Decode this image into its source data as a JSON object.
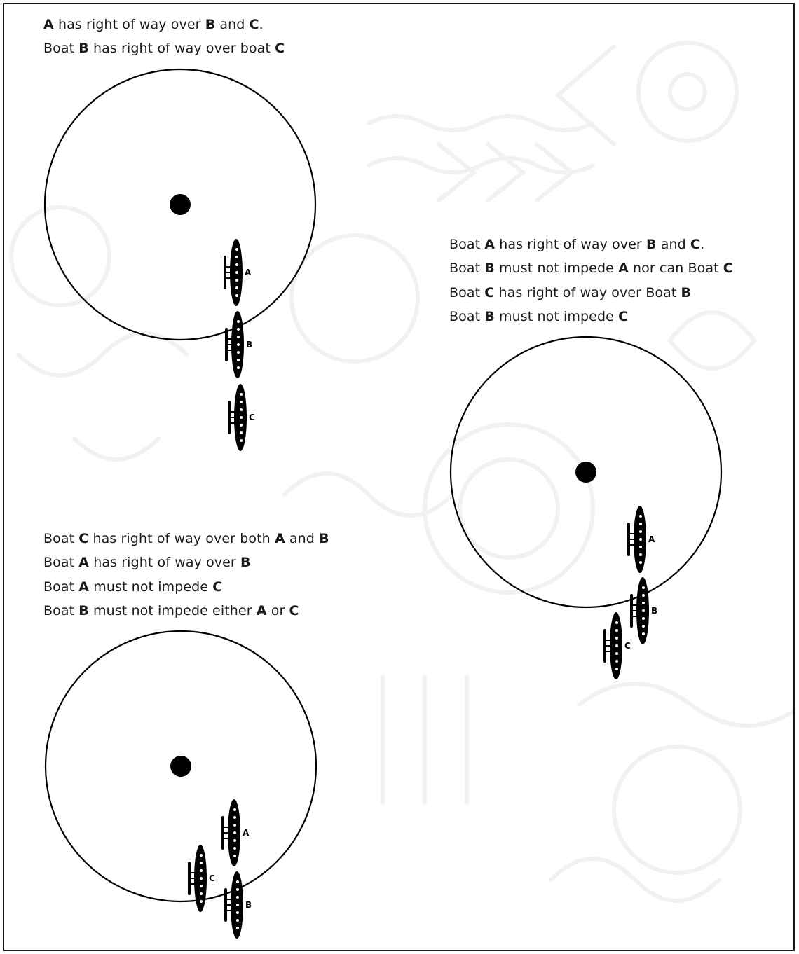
{
  "scenarios": [
    {
      "rules": [
        [
          {
            "t": "A",
            "b": true
          },
          {
            "t": " has right of way over "
          },
          {
            "t": "B",
            "b": true
          },
          {
            "t": " and "
          },
          {
            "t": "C",
            "b": true
          },
          {
            "t": "."
          }
        ],
        [
          {
            "t": "Boat "
          },
          {
            "t": "B",
            "b": true
          },
          {
            "t": " has right of way over boat "
          },
          {
            "t": "C",
            "b": true
          }
        ]
      ],
      "boats": [
        "A",
        "B",
        "C"
      ]
    },
    {
      "rules": [
        [
          {
            "t": "Boat "
          },
          {
            "t": "A",
            "b": true
          },
          {
            "t": " has right of way over "
          },
          {
            "t": "B",
            "b": true
          },
          {
            "t": " and "
          },
          {
            "t": "C",
            "b": true
          },
          {
            "t": "."
          }
        ],
        [
          {
            "t": "Boat "
          },
          {
            "t": "B",
            "b": true
          },
          {
            "t": " must not impede "
          },
          {
            "t": "A",
            "b": true
          },
          {
            "t": " nor can Boat "
          },
          {
            "t": "C",
            "b": true
          }
        ],
        [
          {
            "t": "Boat "
          },
          {
            "t": "C",
            "b": true
          },
          {
            "t": " has right of way over Boat "
          },
          {
            "t": "B",
            "b": true
          }
        ],
        [
          {
            "t": "Boat "
          },
          {
            "t": "B",
            "b": true
          },
          {
            "t": " must not impede "
          },
          {
            "t": "C",
            "b": true
          }
        ]
      ],
      "boats": [
        "A",
        "B",
        "C"
      ]
    },
    {
      "rules": [
        [
          {
            "t": "Boat "
          },
          {
            "t": "C",
            "b": true
          },
          {
            "t": " has right of way over both "
          },
          {
            "t": "A",
            "b": true
          },
          {
            "t": " and "
          },
          {
            "t": "B",
            "b": true
          }
        ],
        [
          {
            "t": "Boat "
          },
          {
            "t": "A",
            "b": true
          },
          {
            "t": " has right of way over "
          },
          {
            "t": "B",
            "b": true
          }
        ],
        [
          {
            "t": "Boat "
          },
          {
            "t": "A",
            "b": true
          },
          {
            "t": " must not impede "
          },
          {
            "t": "C",
            "b": true
          }
        ],
        [
          {
            "t": "Boat "
          },
          {
            "t": "B",
            "b": true
          },
          {
            "t": " must not impede either "
          },
          {
            "t": "A",
            "b": true
          },
          {
            "t": " or "
          },
          {
            "t": "C",
            "b": true
          }
        ]
      ],
      "boats": [
        "A",
        "C",
        "B"
      ]
    }
  ],
  "colors": {
    "ink": "#000000",
    "text": "#1a1a1a",
    "watermark": "#f2f2f2",
    "background": "#ffffff"
  }
}
